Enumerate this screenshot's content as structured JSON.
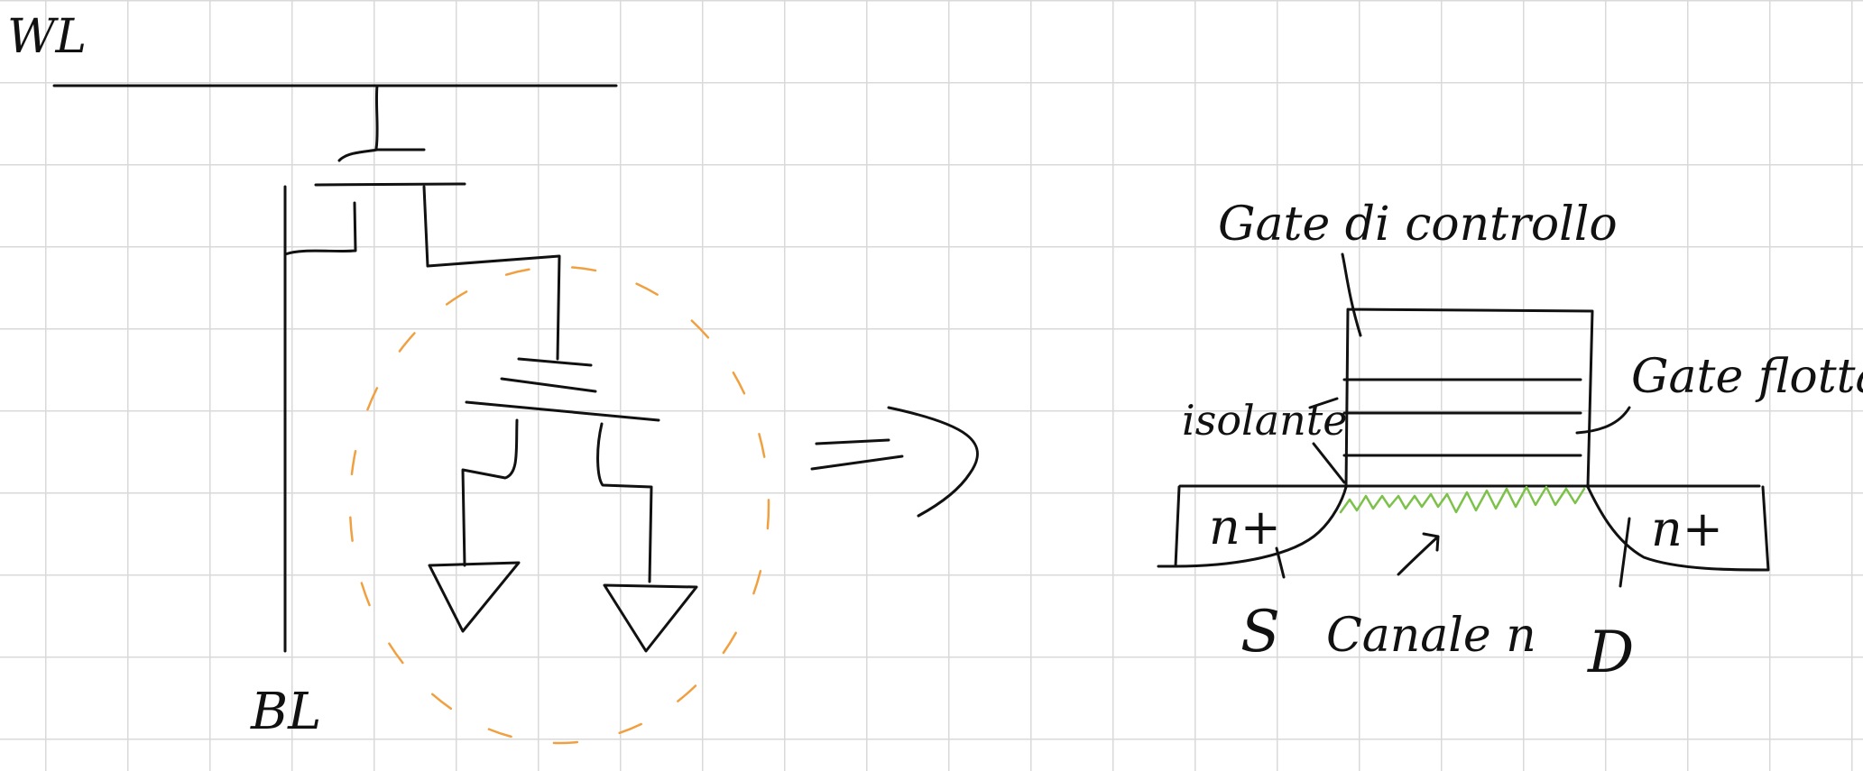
{
  "left_circuit": {
    "wordline_label": "WL",
    "bitline_label": "BL"
  },
  "right_cross_section": {
    "control_gate_label": "Gate di controllo",
    "floating_gate_label": "Gate flottante",
    "insulator_label": "isolante",
    "source_region_label": "n+",
    "drain_region_label": "n+",
    "source_label": "S",
    "drain_label": "D",
    "channel_label": "Canale n"
  },
  "colors": {
    "ink": "#111111",
    "highlight_circle": "#f0a040",
    "channel": "#7cc24a",
    "grid": "#d9d9d9"
  }
}
